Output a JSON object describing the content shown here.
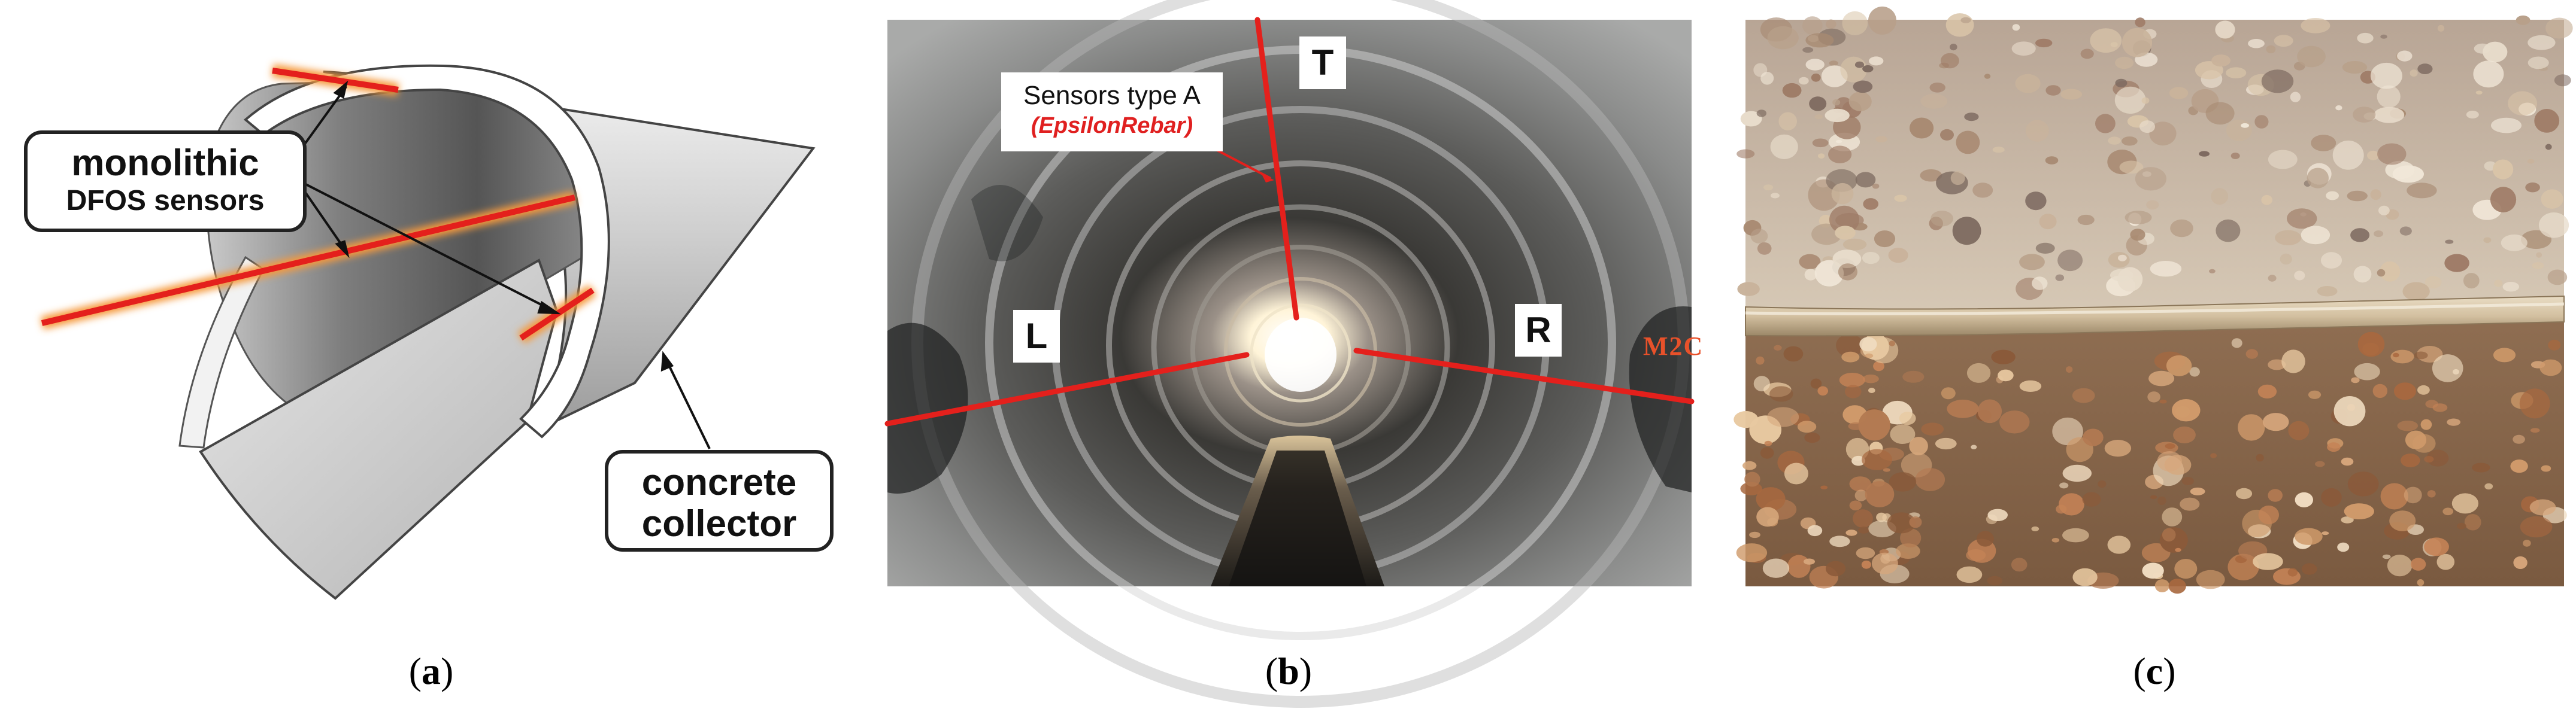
{
  "panel_a": {
    "sensors_label": {
      "line1": "monolithic",
      "line2": "DFOS sensors"
    },
    "collector_label": {
      "line1": "concrete",
      "line2": "collector"
    },
    "caption": {
      "open": "(",
      "letter": "a",
      "close": ")"
    }
  },
  "panel_b": {
    "callout_line1": "Sensors type A",
    "callout_line2": "(EpsilonRebar)",
    "position_labels": {
      "top": "T",
      "left": "L",
      "right": "R"
    },
    "wall_marking": "M2C",
    "caption": {
      "open": "(",
      "letter": "b",
      "close": ")"
    }
  },
  "panel_c": {
    "caption": {
      "open": "(",
      "letter": "c",
      "close": ")"
    }
  },
  "colors": {
    "sensor_red": "#e4201c",
    "sensor_glow": "#f59a3c",
    "concrete_grey": "#9a9a9a",
    "label_border": "#222222"
  }
}
